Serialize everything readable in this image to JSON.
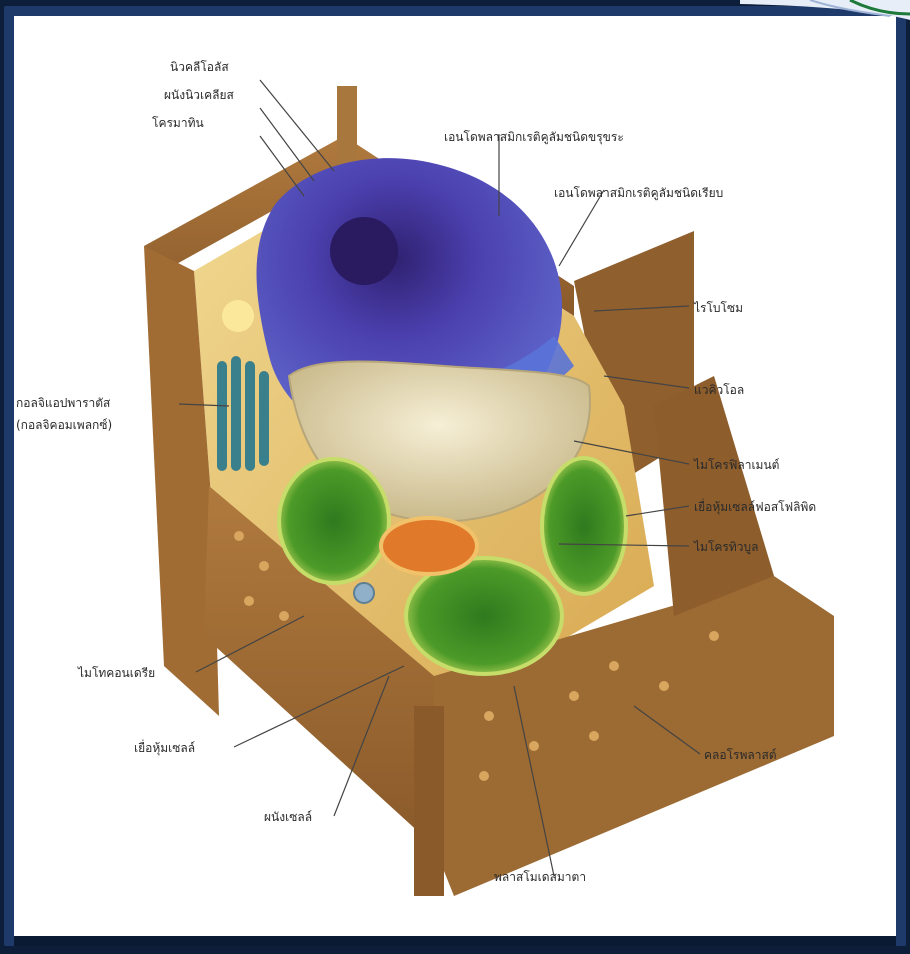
{
  "labels": {
    "nucleolus": "นิวคลีโอลัส",
    "nuclear_envelope": "ผนังนิวเคลียส",
    "chromatin": "โครมาทิน",
    "rough_er": "เอนโดพลาสมิกเรติคูลัมชนิดขรุขระ",
    "smooth_er": "เอนโดพลาสมิกเรติคูลัมชนิดเรียบ",
    "ribosome": "ไรโบโซม",
    "vacuole": "แวคิวโอล",
    "golgi_1": "กอลจิแอปพาราตัส",
    "golgi_2": "(กอลจิคอมเพลกซ์)",
    "microfilament": "ไมโครฟิลาเมนต์",
    "cell_membrane": "เยื่อหุ้มเซลล์ฟอสโฟลิพิด",
    "mitochondria": "ไมโทคอนเดรีย",
    "microtubule": "ไมโครทิวบูล",
    "plasma_membrane": "เยื่อหุ้มเซลล์",
    "cell_wall": "ผนังเซลล์",
    "chloroplast": "คลอโรพลาสต์",
    "plasmodesmata": "พลาสโมเดสมาตา"
  },
  "colors": {
    "frame": "#1d3a6b",
    "cell_wall": "#9a6a35",
    "cytoplasm": "#e7c474",
    "nucleus": "#4a3fa3",
    "vacuole": "#ece0b8",
    "chloroplast": "#5aa12b",
    "golgi": "#3a7f8c",
    "mitochondria": "#e07a2a"
  }
}
